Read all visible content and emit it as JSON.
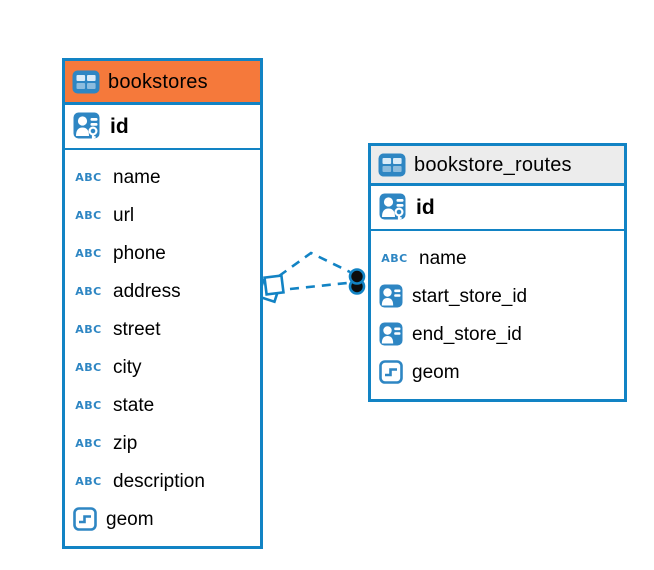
{
  "colors": {
    "accent_blue": "#1283c4",
    "icon_blue": "#2e86c3",
    "header_orange": "#f5793b",
    "header_gray": "#ececec",
    "marker_black": "#0d0d0d",
    "text": "#000000"
  },
  "icons": {
    "text_type_label": "ABC"
  },
  "tables": [
    {
      "name": "bookstores",
      "header_style": "orange",
      "columns": [
        {
          "name": "id",
          "icon": "primary-key"
        },
        {
          "name": "name",
          "icon": "text"
        },
        {
          "name": "url",
          "icon": "text"
        },
        {
          "name": "phone",
          "icon": "text"
        },
        {
          "name": "address",
          "icon": "text"
        },
        {
          "name": "street",
          "icon": "text"
        },
        {
          "name": "city",
          "icon": "text"
        },
        {
          "name": "state",
          "icon": "text"
        },
        {
          "name": "zip",
          "icon": "text"
        },
        {
          "name": "description",
          "icon": "text"
        },
        {
          "name": "geom",
          "icon": "geometry"
        }
      ]
    },
    {
      "name": "bookstore_routes",
      "header_style": "gray",
      "columns": [
        {
          "name": "id",
          "icon": "primary-key"
        },
        {
          "name": "name",
          "icon": "text"
        },
        {
          "name": "start_store_id",
          "icon": "foreign-key"
        },
        {
          "name": "end_store_id",
          "icon": "foreign-key"
        },
        {
          "name": "geom",
          "icon": "geometry"
        }
      ]
    }
  ],
  "relationships": [
    {
      "from_table": "bookstore_routes",
      "to_table": "bookstores",
      "line_style": "dashed",
      "source_marker": "stacked-diamond",
      "target_marker": "filled-circle"
    },
    {
      "from_table": "bookstore_routes",
      "to_table": "bookstores",
      "line_style": "dashed",
      "source_marker": "stacked-diamond",
      "target_marker": "filled-circle"
    }
  ]
}
